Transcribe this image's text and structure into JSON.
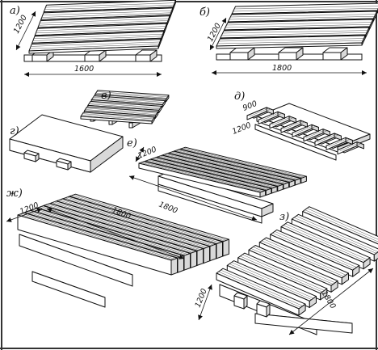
{
  "diagram": {
    "panels": [
      {
        "id": "a",
        "label": "а)",
        "dims": [
          "1200",
          "1600"
        ]
      },
      {
        "id": "b",
        "label": "б)",
        "dims": [
          "1200",
          "1800"
        ]
      },
      {
        "id": "v",
        "label": "в)",
        "dims": []
      },
      {
        "id": "g",
        "label": "г)",
        "dims": []
      },
      {
        "id": "d",
        "label": "д)",
        "dims": [
          "900",
          "1200"
        ]
      },
      {
        "id": "e",
        "label": "е)",
        "dims": [
          "1200",
          "1800"
        ]
      },
      {
        "id": "zh",
        "label": "ж)",
        "dims": [
          "1200",
          "1800"
        ]
      },
      {
        "id": "z",
        "label": "з)",
        "dims": [
          "1200",
          "1800"
        ]
      }
    ],
    "colors": {
      "ink": "#111111",
      "paper": "#ffffff",
      "wood_grain": "#555555"
    }
  }
}
